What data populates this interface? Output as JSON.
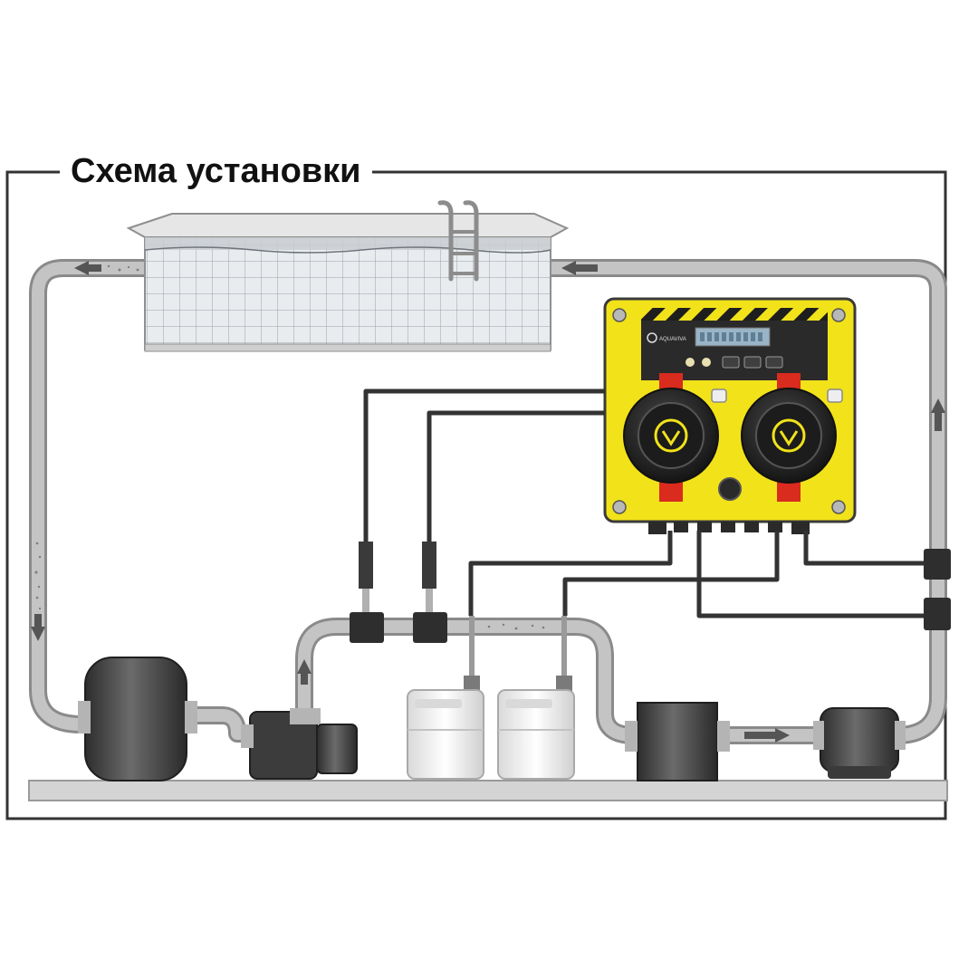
{
  "title": "Схема установки",
  "logo_text": "AQUAVIVA",
  "colors": {
    "frame": "#333333",
    "pipe": "#c4c4c4",
    "pipe_edge": "#8a8a8a",
    "tube": "#333333",
    "housing": "#f2e21a",
    "panel": "#2a2a2a",
    "pump_head": "#232323",
    "fitting": "#d92b1e",
    "equipment": "#4a4a4a",
    "canister": "#efefef",
    "water": "#c9ccd0"
  },
  "components": [
    {
      "name": "pool",
      "icon": "pool-icon"
    },
    {
      "name": "filter",
      "icon": "filter-tank-icon"
    },
    {
      "name": "circulation-pump",
      "icon": "pump-icon"
    },
    {
      "name": "chemical-canister-1",
      "icon": "canister-icon"
    },
    {
      "name": "chemical-canister-2",
      "icon": "canister-icon"
    },
    {
      "name": "heater",
      "icon": "heat-exchanger-icon"
    },
    {
      "name": "chlorinator",
      "icon": "cylinder-icon"
    },
    {
      "name": "dosing-station",
      "icon": "dosing-pump-icon"
    }
  ],
  "flow_arrows": [
    "flow-arrow-return",
    "flow-arrow-down",
    "flow-arrow-up-pump",
    "flow-arrow-right",
    "flow-arrow-up-right",
    "flow-arrow-inlet"
  ]
}
